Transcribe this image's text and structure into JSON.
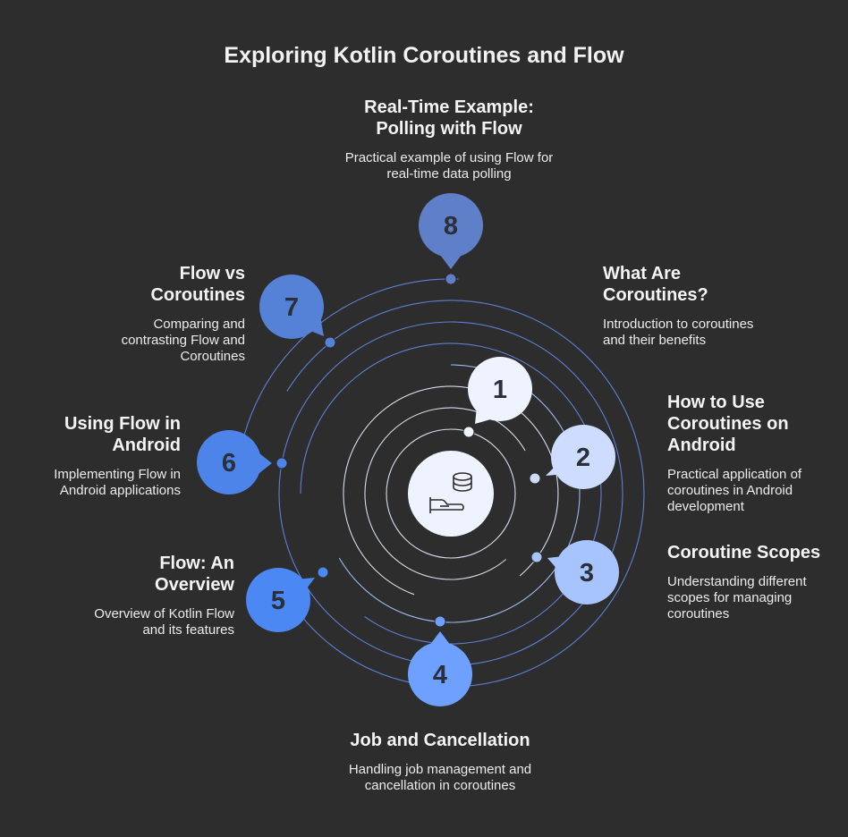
{
  "title": "Exploring Kotlin Coroutines and Flow",
  "center_icon": "database-hand-icon",
  "colors": {
    "background": "#2d2d2d",
    "ring": "#5f7fd6",
    "inner_ring": "#d5dcea"
  },
  "items": [
    {
      "number": "1",
      "heading": "What Are Coroutines?",
      "description": "Introduction to coroutines and their benefits",
      "color": "#eef3ff"
    },
    {
      "number": "2",
      "heading": "How to Use Coroutines on Android",
      "description": "Practical application of coroutines in Android development",
      "color": "#cddcff"
    },
    {
      "number": "3",
      "heading": "Coroutine Scopes",
      "description": "Understanding different scopes for managing coroutines",
      "color": "#a8c4ff"
    },
    {
      "number": "4",
      "heading": "Job and Cancellation",
      "description": "Handling job management and cancellation in coroutines",
      "color": "#6ea0ff"
    },
    {
      "number": "5",
      "heading": "Flow: An Overview",
      "description": "Overview of Kotlin Flow and its features",
      "color": "#4b88f4"
    },
    {
      "number": "6",
      "heading": "Using Flow in Android",
      "description": "Implementing Flow in Android applications",
      "color": "#4c84ea"
    },
    {
      "number": "7",
      "heading": "Flow vs Coroutines",
      "description": "Comparing and contrasting Flow and Coroutines",
      "color": "#5582d6"
    },
    {
      "number": "8",
      "heading": "Real-Time Example: Polling with Flow",
      "description": "Practical example of using Flow for real-time data polling",
      "color": "#5f80c8"
    }
  ]
}
